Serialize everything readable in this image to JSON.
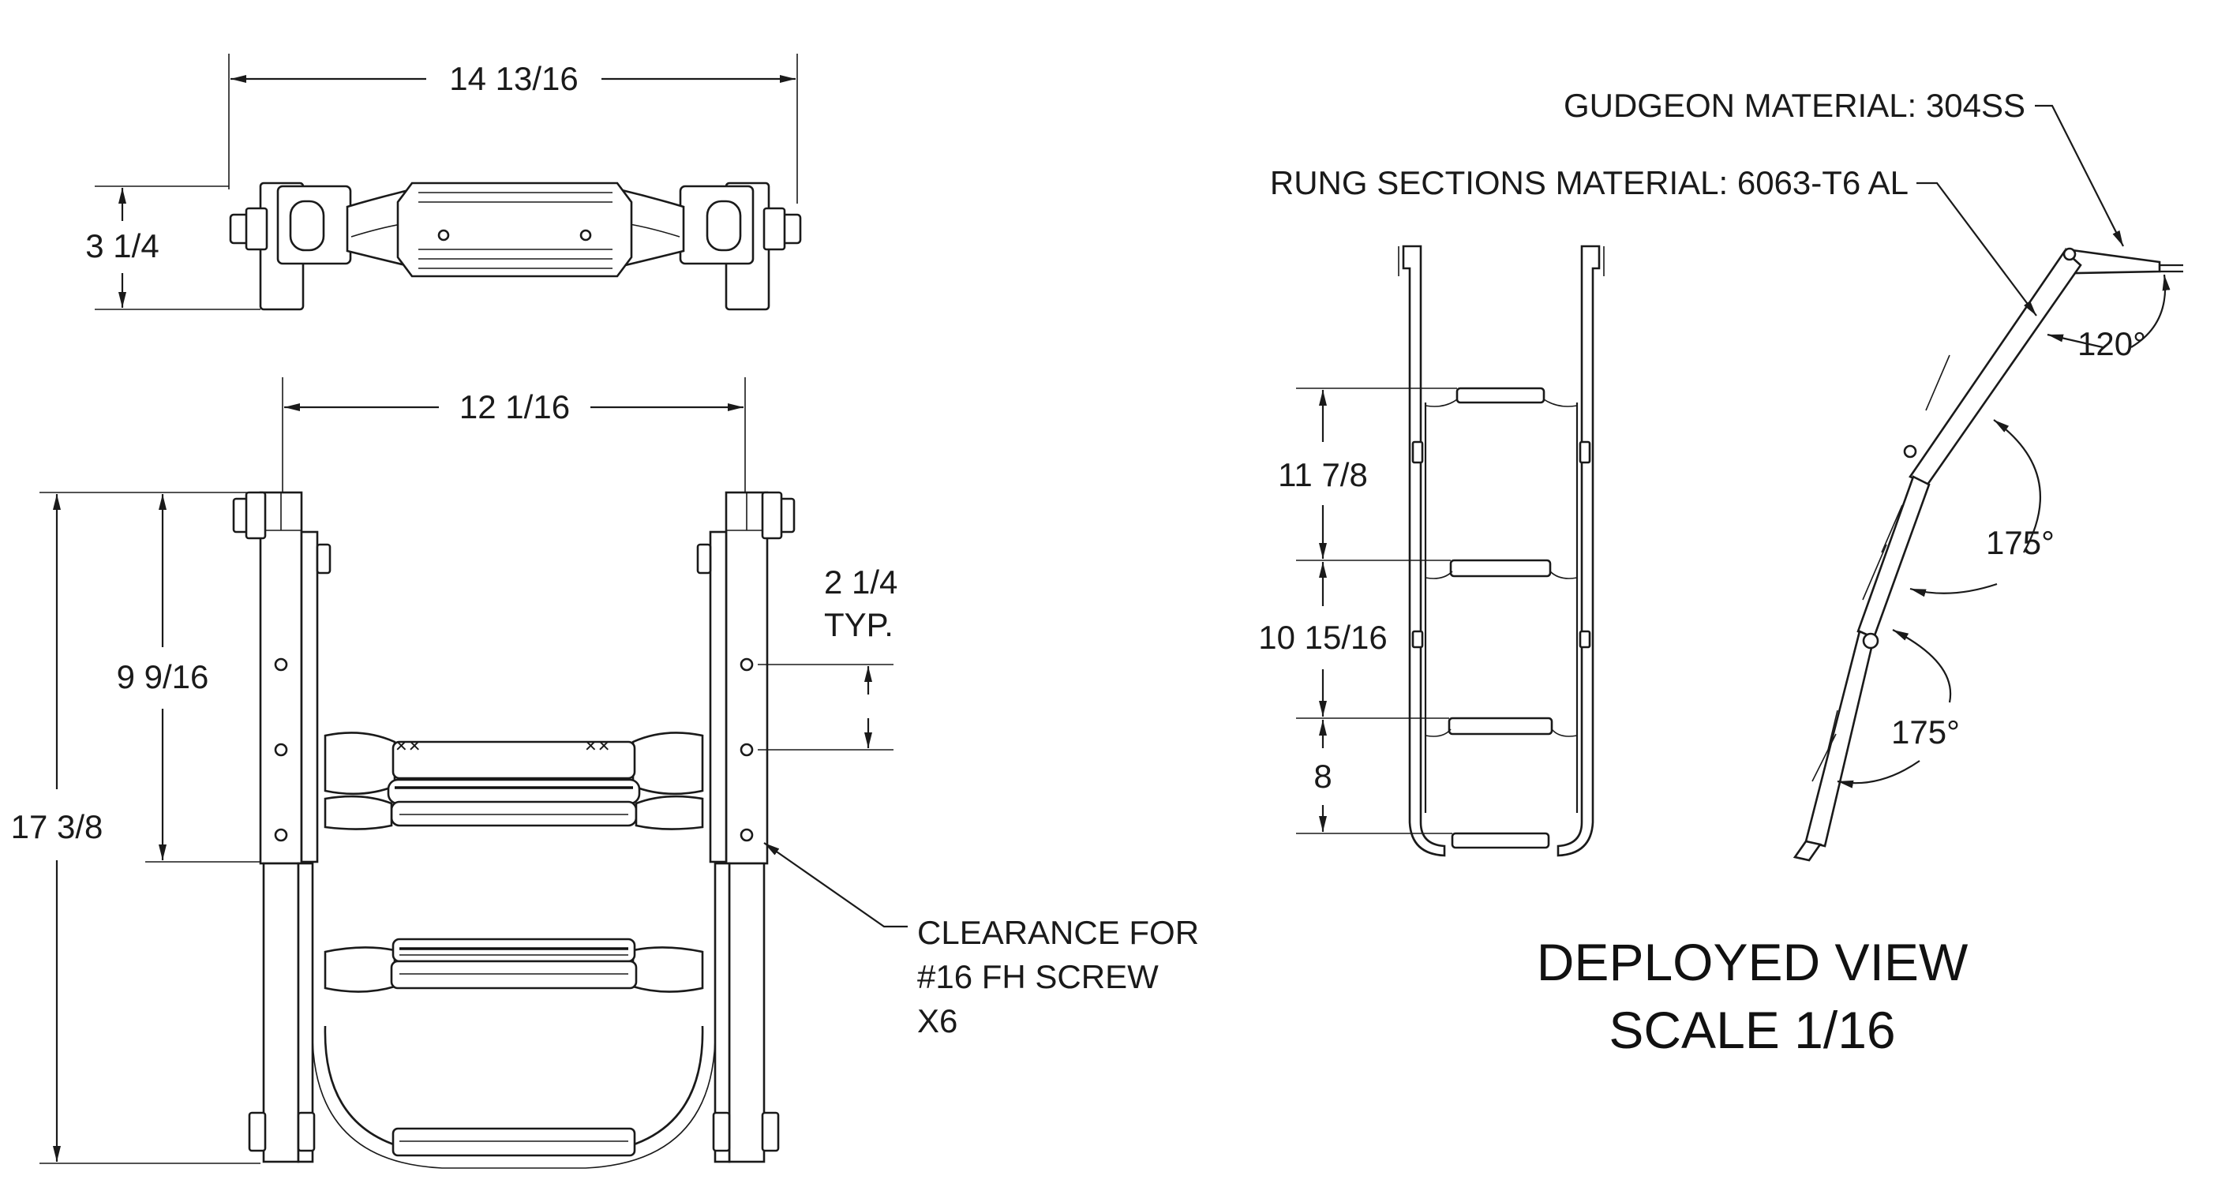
{
  "dimensions": {
    "top_width": "14 13/16",
    "top_height": "3 1/4",
    "front_inner_width": "12 1/16",
    "front_total_height": "17 3/8",
    "front_upper_height": "9 9/16",
    "hole_spacing": "2 1/4",
    "hole_spacing_note": "TYP.",
    "rung1": "11 7/8",
    "rung2": "10 15/16",
    "rung3": "8"
  },
  "notes": {
    "clearance_line1": "CLEARANCE FOR",
    "clearance_line2": "#16 FH SCREW",
    "clearance_line3": "X6",
    "gudgeon": "GUDGEON MATERIAL: 304SS",
    "rung_sections": "RUNG SECTIONS MATERIAL: 6063-T6 AL"
  },
  "angles": {
    "a1": "120°",
    "a2": "175°",
    "a3": "175°"
  },
  "view_title": {
    "line1": "DEPLOYED VIEW",
    "line2": "SCALE 1/16"
  }
}
